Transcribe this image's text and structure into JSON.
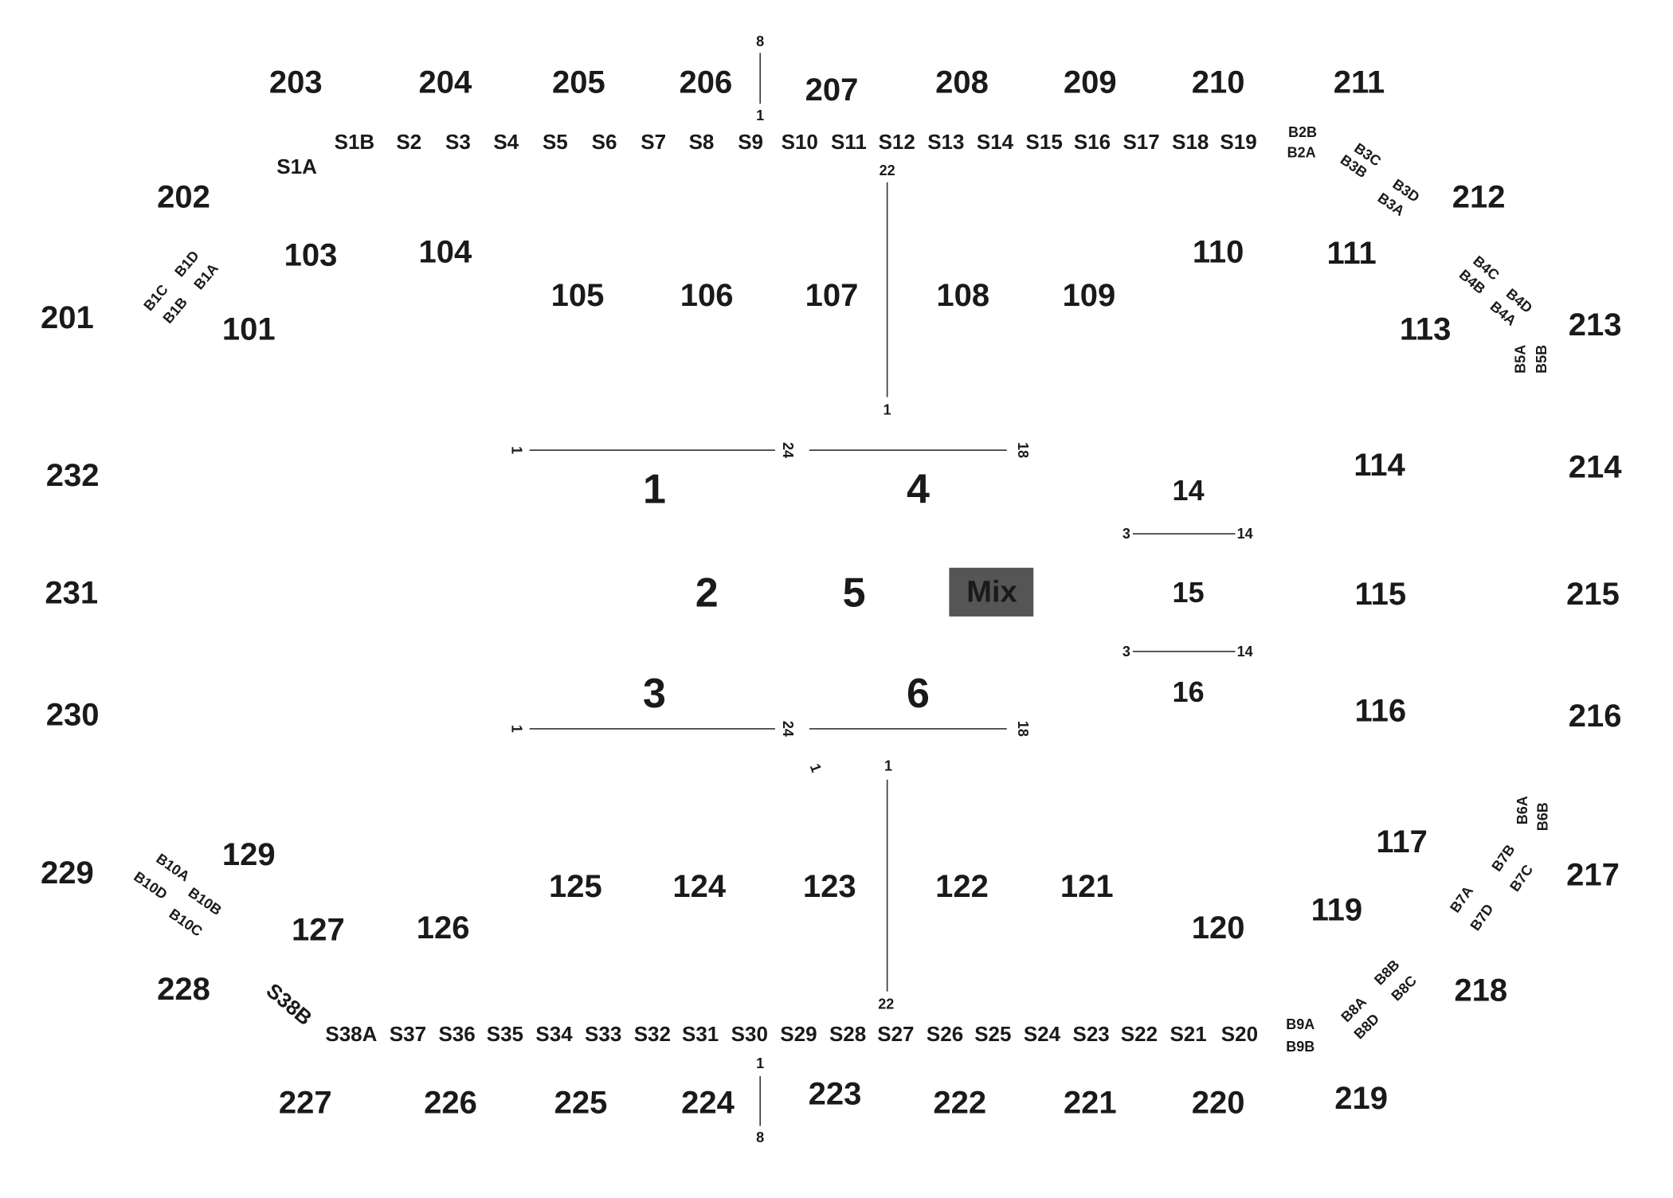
{
  "upper_level": {
    "sections": [
      "201",
      "202",
      "203",
      "204",
      "205",
      "206",
      "207",
      "208",
      "209",
      "210",
      "211",
      "212",
      "213",
      "214",
      "215",
      "216",
      "217",
      "218",
      "219",
      "220",
      "221",
      "222",
      "223",
      "224",
      "225",
      "226",
      "227",
      "228",
      "229",
      "230",
      "231",
      "232"
    ]
  },
  "lower_level": {
    "sections": [
      "101",
      "103",
      "104",
      "105",
      "106",
      "107",
      "108",
      "109",
      "110",
      "111",
      "113",
      "114",
      "115",
      "116",
      "117",
      "119",
      "120",
      "121",
      "122",
      "123",
      "124",
      "125",
      "126",
      "127",
      "129"
    ]
  },
  "floor": {
    "sections": [
      "1",
      "2",
      "3",
      "4",
      "5",
      "6",
      "14",
      "15",
      "16"
    ],
    "mix_label": "Mix",
    "mix_color": "#555555"
  },
  "suites": {
    "top": [
      "S1A",
      "S1B",
      "S2",
      "S3",
      "S4",
      "S5",
      "S6",
      "S7",
      "S8",
      "S9",
      "S10",
      "S11",
      "S12",
      "S13",
      "S14",
      "S15",
      "S16",
      "S17",
      "S18",
      "S19"
    ],
    "bottom": [
      "S20",
      "S21",
      "S22",
      "S23",
      "S24",
      "S25",
      "S26",
      "S27",
      "S28",
      "S29",
      "S30",
      "S31",
      "S32",
      "S33",
      "S34",
      "S35",
      "S36",
      "S37",
      "S38A",
      "S38B"
    ]
  },
  "boxes": [
    "B1A",
    "B1B",
    "B1C",
    "B1D",
    "B2A",
    "B2B",
    "B3A",
    "B3B",
    "B3C",
    "B3D",
    "B4A",
    "B4B",
    "B4C",
    "B4D",
    "B5A",
    "B5B",
    "B6A",
    "B6B",
    "B7A",
    "B7B",
    "B7C",
    "B7D",
    "B8A",
    "B8B",
    "B8C",
    "B8D",
    "B9A",
    "B9B",
    "B10A",
    "B10B",
    "B10C",
    "B10D"
  ],
  "row_markers": [
    "8",
    "1",
    "22",
    "1",
    "1",
    "24",
    "18",
    "3",
    "14",
    "3",
    "14",
    "1",
    "24",
    "18",
    "1",
    "1",
    "22",
    "1",
    "8"
  ]
}
